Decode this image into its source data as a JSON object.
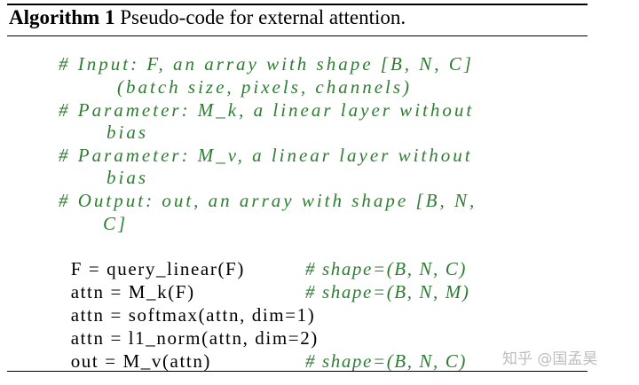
{
  "caption": {
    "label": "Algorithm 1",
    "text": "Pseudo-code for external attention."
  },
  "comments": [
    "# Input: F, an array with shape [B, N, C]",
    "(batch size, pixels, channels)",
    "# Parameter: M_k, a linear layer without",
    "bias",
    "# Parameter: M_v, a linear layer without",
    "bias",
    "# Output: out, an array with shape [B, N,",
    "C]"
  ],
  "code": [
    {
      "code": "F = query_linear(F) ",
      "comment": "# shape=(B, N, C)"
    },
    {
      "code": "attn = M_k(F)       ",
      "comment": "# shape=(B, N, M)"
    },
    {
      "code": "attn = softmax(attn, dim=1)",
      "comment": ""
    },
    {
      "code": "attn = l1_norm(attn, dim=2)",
      "comment": ""
    },
    {
      "code": "out = M_v(attn)     ",
      "comment": "# shape=(B, N, C)"
    }
  ],
  "watermark": "知乎 @国孟昊"
}
